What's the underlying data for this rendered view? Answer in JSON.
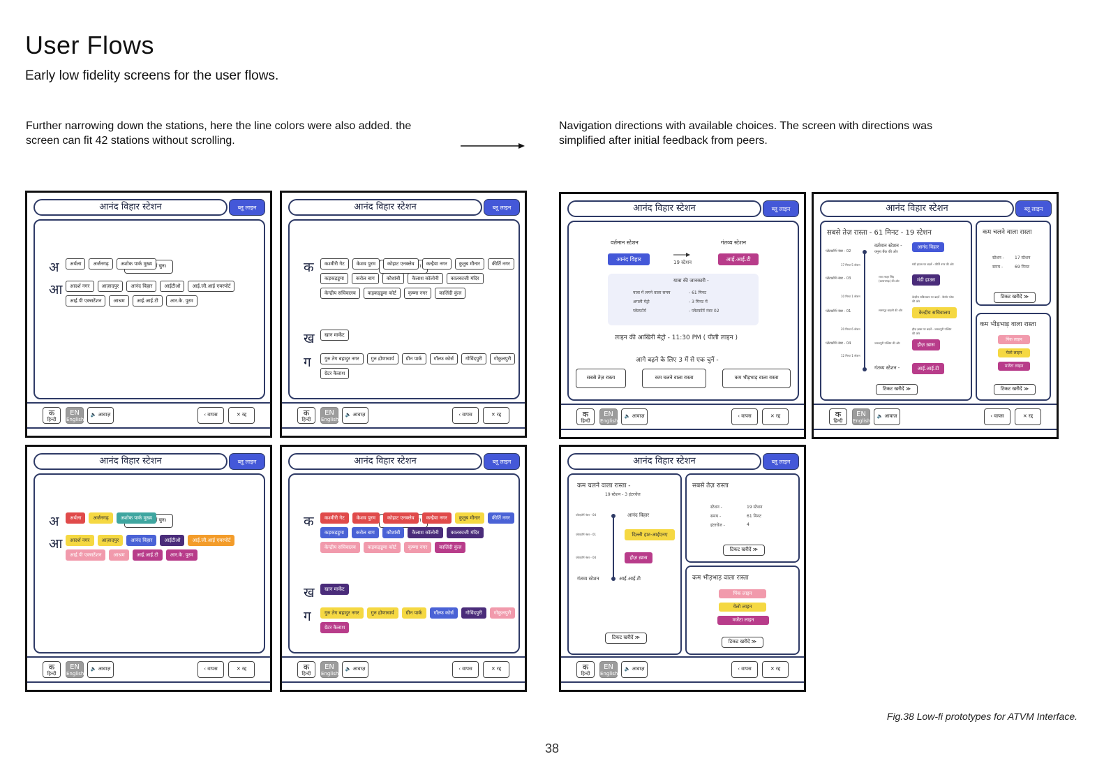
{
  "page": {
    "title": "User Flows",
    "subtitle": "Early low fidelity screens for the user flows.",
    "caption_left": "Further narrowing down the stations, here the line colors were also added. the screen can fit 42 stations without scrolling.",
    "caption_right": "Navigation directions with available choices. The screen with directions was simplified after initial feedback from peers.",
    "figure_caption": "Fig.38 Low-fi prototypes for ATVM Interface.",
    "page_number": "38"
  },
  "common": {
    "header": "आनंद विहार स्टेशन",
    "line_badge": "ब्लू लाइन",
    "reset": "≪ फिर से वर्ण चुन।",
    "footer": {
      "k": "क",
      "hindi": "हिन्दी",
      "en": "EN",
      "english": "English",
      "volume": "🔈 आवाज़",
      "back": "‹ वापस",
      "cancel": "✕ रद्द"
    }
  },
  "screen_a": {
    "letter1": "अ",
    "row1": [
      "अर्थला",
      "अर्जनगढ़",
      "अशोक पार्क मुख्य"
    ],
    "letter2": "आ",
    "row2": [
      "आदर्श नगर",
      "आज़ादपुर",
      "आनंद विहार",
      "आईटीओ",
      "आई.जी.आई एयरपोर्ट",
      "आई.पी एक्सटेंशन",
      "आश्रम",
      "आई.आई.टी",
      "आर.के. पुरम"
    ]
  },
  "screen_b": {
    "letter1": "क",
    "row1": [
      "कश्मीरी गेट",
      "केशव पुरम",
      "कोहाट एनक्लेव",
      "कन्हैया नगर",
      "कुतुब मीनार",
      "कीर्ति नगर",
      "कड़कड़डूमा",
      "करोल बाग",
      "कौशांबी",
      "कैलाश कॉलोनी",
      "कालकाजी मंदिर",
      "केन्द्रीय सचिवालय",
      "कड़कड़डूमा कोर्ट",
      "कृष्णा नगर",
      "कालिंदी कुंज"
    ],
    "letter2": "ख",
    "row2": [
      "खान मार्केट"
    ],
    "letter3": "ग",
    "row3": [
      "गुरु तेग बहादुर नगर",
      "गुरु द्रोणाचार्य",
      "ग्रीन पार्क",
      "गॉल्फ कोर्स",
      "गोविंदपुरी",
      "गोकुलपुरी",
      "ग्रेटर कैलाश"
    ]
  },
  "colors_a": {
    "row1": [
      "red",
      "yel",
      "tea"
    ],
    "row2": [
      "yel",
      "yel",
      "blu",
      "pur",
      "ora",
      "pnk",
      "pnk",
      "mag",
      "mag"
    ]
  },
  "colors_b": {
    "row1": [
      "red",
      "red",
      "red",
      "red",
      "yel",
      "blu",
      "blu",
      "blu",
      "blu",
      "pur",
      "pur",
      "pnk",
      "pnk",
      "pnk",
      "mag"
    ],
    "row2": [
      "pur"
    ],
    "row3": [
      "yel",
      "yel",
      "yel",
      "blu",
      "pur",
      "pnk",
      "mag"
    ]
  },
  "screen_e": {
    "current_label": "वर्तमान स्टेशन",
    "dest_label": "गंतव्य स्टेशन",
    "current": "आनंद विहार",
    "dest": "आई.आई.टी",
    "stations": "19 स्टेशन",
    "info_title": "यात्रा की जानकारी -",
    "info_rows": [
      [
        "यात्रा में लगने वाला समय",
        "- 61 मिनट"
      ],
      [
        "अगली मेट्रो",
        "- 3 मिनट में"
      ],
      [
        "प्लेटफ़ॉर्म",
        "- प्लेटफ़ॉर्म नंबर 02"
      ]
    ],
    "last_metro": "लाइन की आखिरी मेट्रो - 11:30 PM ( पीली लाइन )",
    "choose": "आगे बढ़ने के लिए 3 में से एक चुनें -",
    "options": [
      "सबसे तेज़ रास्ता",
      "कम चलने वाला रास्ता",
      "कम भीड़भाड़ वाला रास्ता"
    ]
  },
  "screen_f": {
    "fast_title": "सबसे तेज़ रास्ता - 61 मिनट - 19 स्टेशन",
    "current_label": "वर्तमान स्टेशन -",
    "current_sub": "यमुना बैंक की ओर",
    "current": "आनंद विहार",
    "platforms": [
      "प्लेटफ़ॉर्म नंबर - 02",
      "प्लेटफ़ॉर्म नंबर - 03",
      "प्लेटफ़ॉर्म नंबर - 01",
      "प्लेटफ़ॉर्म नंबर - 04"
    ],
    "mins": [
      "17 मिनट  5 स्टेशन",
      "10 मिनट  1 स्टेशन",
      "20 मिनट  6 स्टेशन",
      "12 मिनट  1 स्टेशन"
    ],
    "notes": [
      "मंडी हाउस पर बदलें - कीर्ति नगर की ओर",
      "राजा नाहर सिंह (बल्लभगढ़) की ओर",
      "केन्द्रीय सचिवालय पर बदलें - कैनॉट प्लेस की ओर",
      "समयपुर बादली की ओर",
      "हौज़ ख़ास पर बदलें - जनकपुरी पश्चिम की ओर",
      "जनकपुरी पश्चिम की ओर"
    ],
    "stops": [
      "मंडी हाउस",
      "केन्द्रीय सचिवालय",
      "हौज़ ख़ास"
    ],
    "dest_label": "गंतव्य स्टेशन -",
    "dest": "आई.आई.टी",
    "buy": "टिकट खरीदें ≫",
    "walk_title": "कम चलने वाला रास्ता",
    "walk_rows": [
      [
        "स्टेशन -",
        "17 स्टेशन"
      ],
      [
        "समय -",
        "69 मिनट"
      ]
    ],
    "crowd_title": "कम भीड़भाड़ वाला रास्ता",
    "crowd_lines": [
      "पिंक लाइन",
      "येलो लाइन",
      "मजेंटा लाइन"
    ]
  },
  "screen_g": {
    "walk_title": "कम चलने वाला रास्ता -",
    "walk_sub": "19 स्टेशन - 3 इंटरचेंज",
    "platforms": [
      "प्लेटफ़ॉर्म नंबर - 04",
      "प्लेटफ़ॉर्म नंबर - 01",
      "प्लेटफ़ॉर्म नंबर - 04"
    ],
    "start": "आनंद विहार",
    "stops": [
      "दिल्ली हाट-आईएनए",
      "हौज़ ख़ास"
    ],
    "dest_label": "गंतव्य स्टेशन",
    "dest": "आई.आई.टी",
    "fast_title": "सबसे तेज़ रास्ता",
    "fast_rows": [
      [
        "स्टेशन -",
        "19 स्टेशन"
      ],
      [
        "समय -",
        "61 मिनट"
      ],
      [
        "इंटरचेंज -",
        "4"
      ]
    ],
    "crowd_title": "कम भीड़भाड़ वाला रास्ता",
    "crowd_lines": [
      "पिंक लाइन",
      "येलो लाइन",
      "मजेंटा लाइन"
    ],
    "buy": "टिकट खरीदें ≫"
  },
  "palette": {
    "blue_line": "#4458d8",
    "red": "#e04a4a",
    "yellow": "#f5d842",
    "teal": "#3fa6a0",
    "purple": "#4a2c7a",
    "orange": "#f39c2a",
    "pink": "#f19aac",
    "magenta": "#b83c8a",
    "frame": "#2e3a66"
  }
}
